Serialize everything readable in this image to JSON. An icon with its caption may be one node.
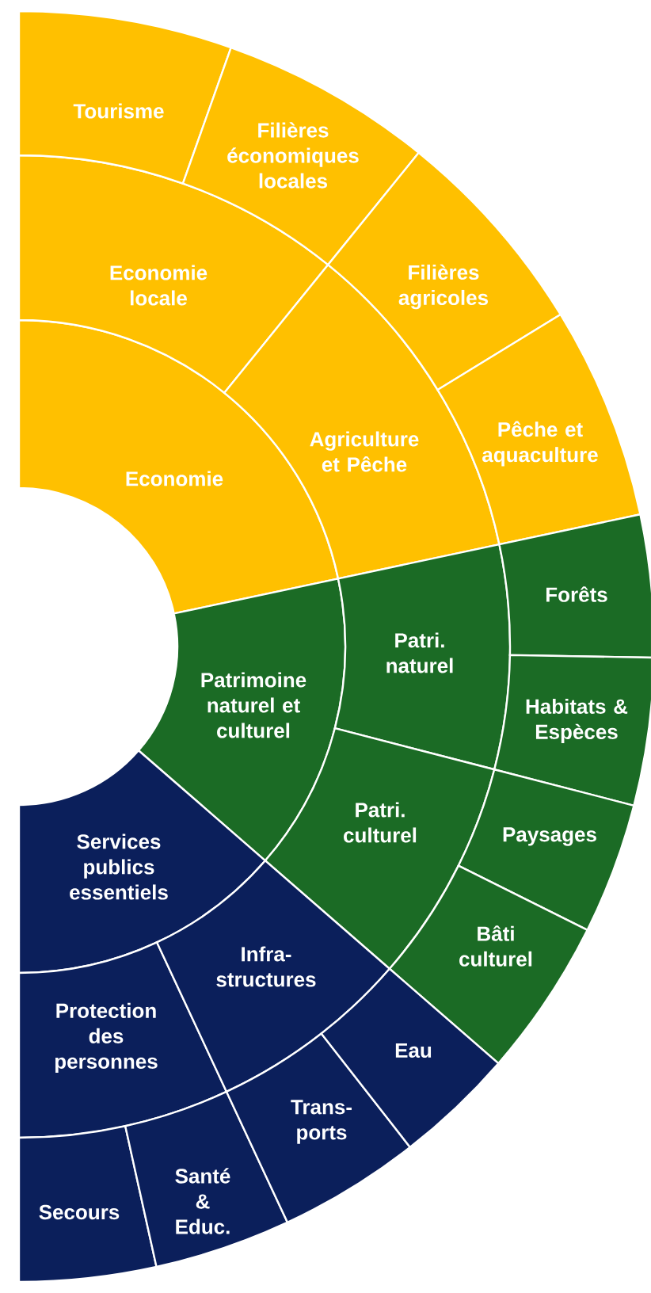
{
  "diagram": {
    "nodes": [
      {
        "text": [
          "Economie"
        ]
      },
      {
        "text": [
          "Economie locale"
        ]
      },
      {
        "text": [
          "Tourisme"
        ]
      },
      {
        "text": [
          "Filières économiques locales"
        ]
      },
      {
        "text": [
          "Agriculture et Pêche"
        ]
      },
      {
        "text": [
          "Filières agricoles"
        ]
      },
      {
        "text": [
          "Pêche et aquaculture"
        ]
      },
      {
        "text": [
          "Patrimoine naturel et culturel"
        ]
      },
      {
        "text": [
          "Patri. naturel"
        ]
      },
      {
        "text": [
          "Forêts"
        ]
      },
      {
        "text": [
          "Habitats & Espèces"
        ]
      },
      {
        "text": [
          "Patri. culturel"
        ]
      },
      {
        "text": [
          "Paysages"
        ]
      },
      {
        "text": [
          "Bâti culturel"
        ]
      },
      {
        "text": [
          "Services publics essentiels"
        ]
      },
      {
        "text": [
          "Protection des personnes"
        ]
      },
      {
        "text": [
          "Secours"
        ]
      },
      {
        "text": [
          "Santé & Educ."
        ]
      },
      {
        "text": [
          "Infra-structures"
        ]
      },
      {
        "text": [
          "Trans-ports"
        ]
      },
      {
        "text": [
          "Eau"
        ]
      }
    ]
  }
}
